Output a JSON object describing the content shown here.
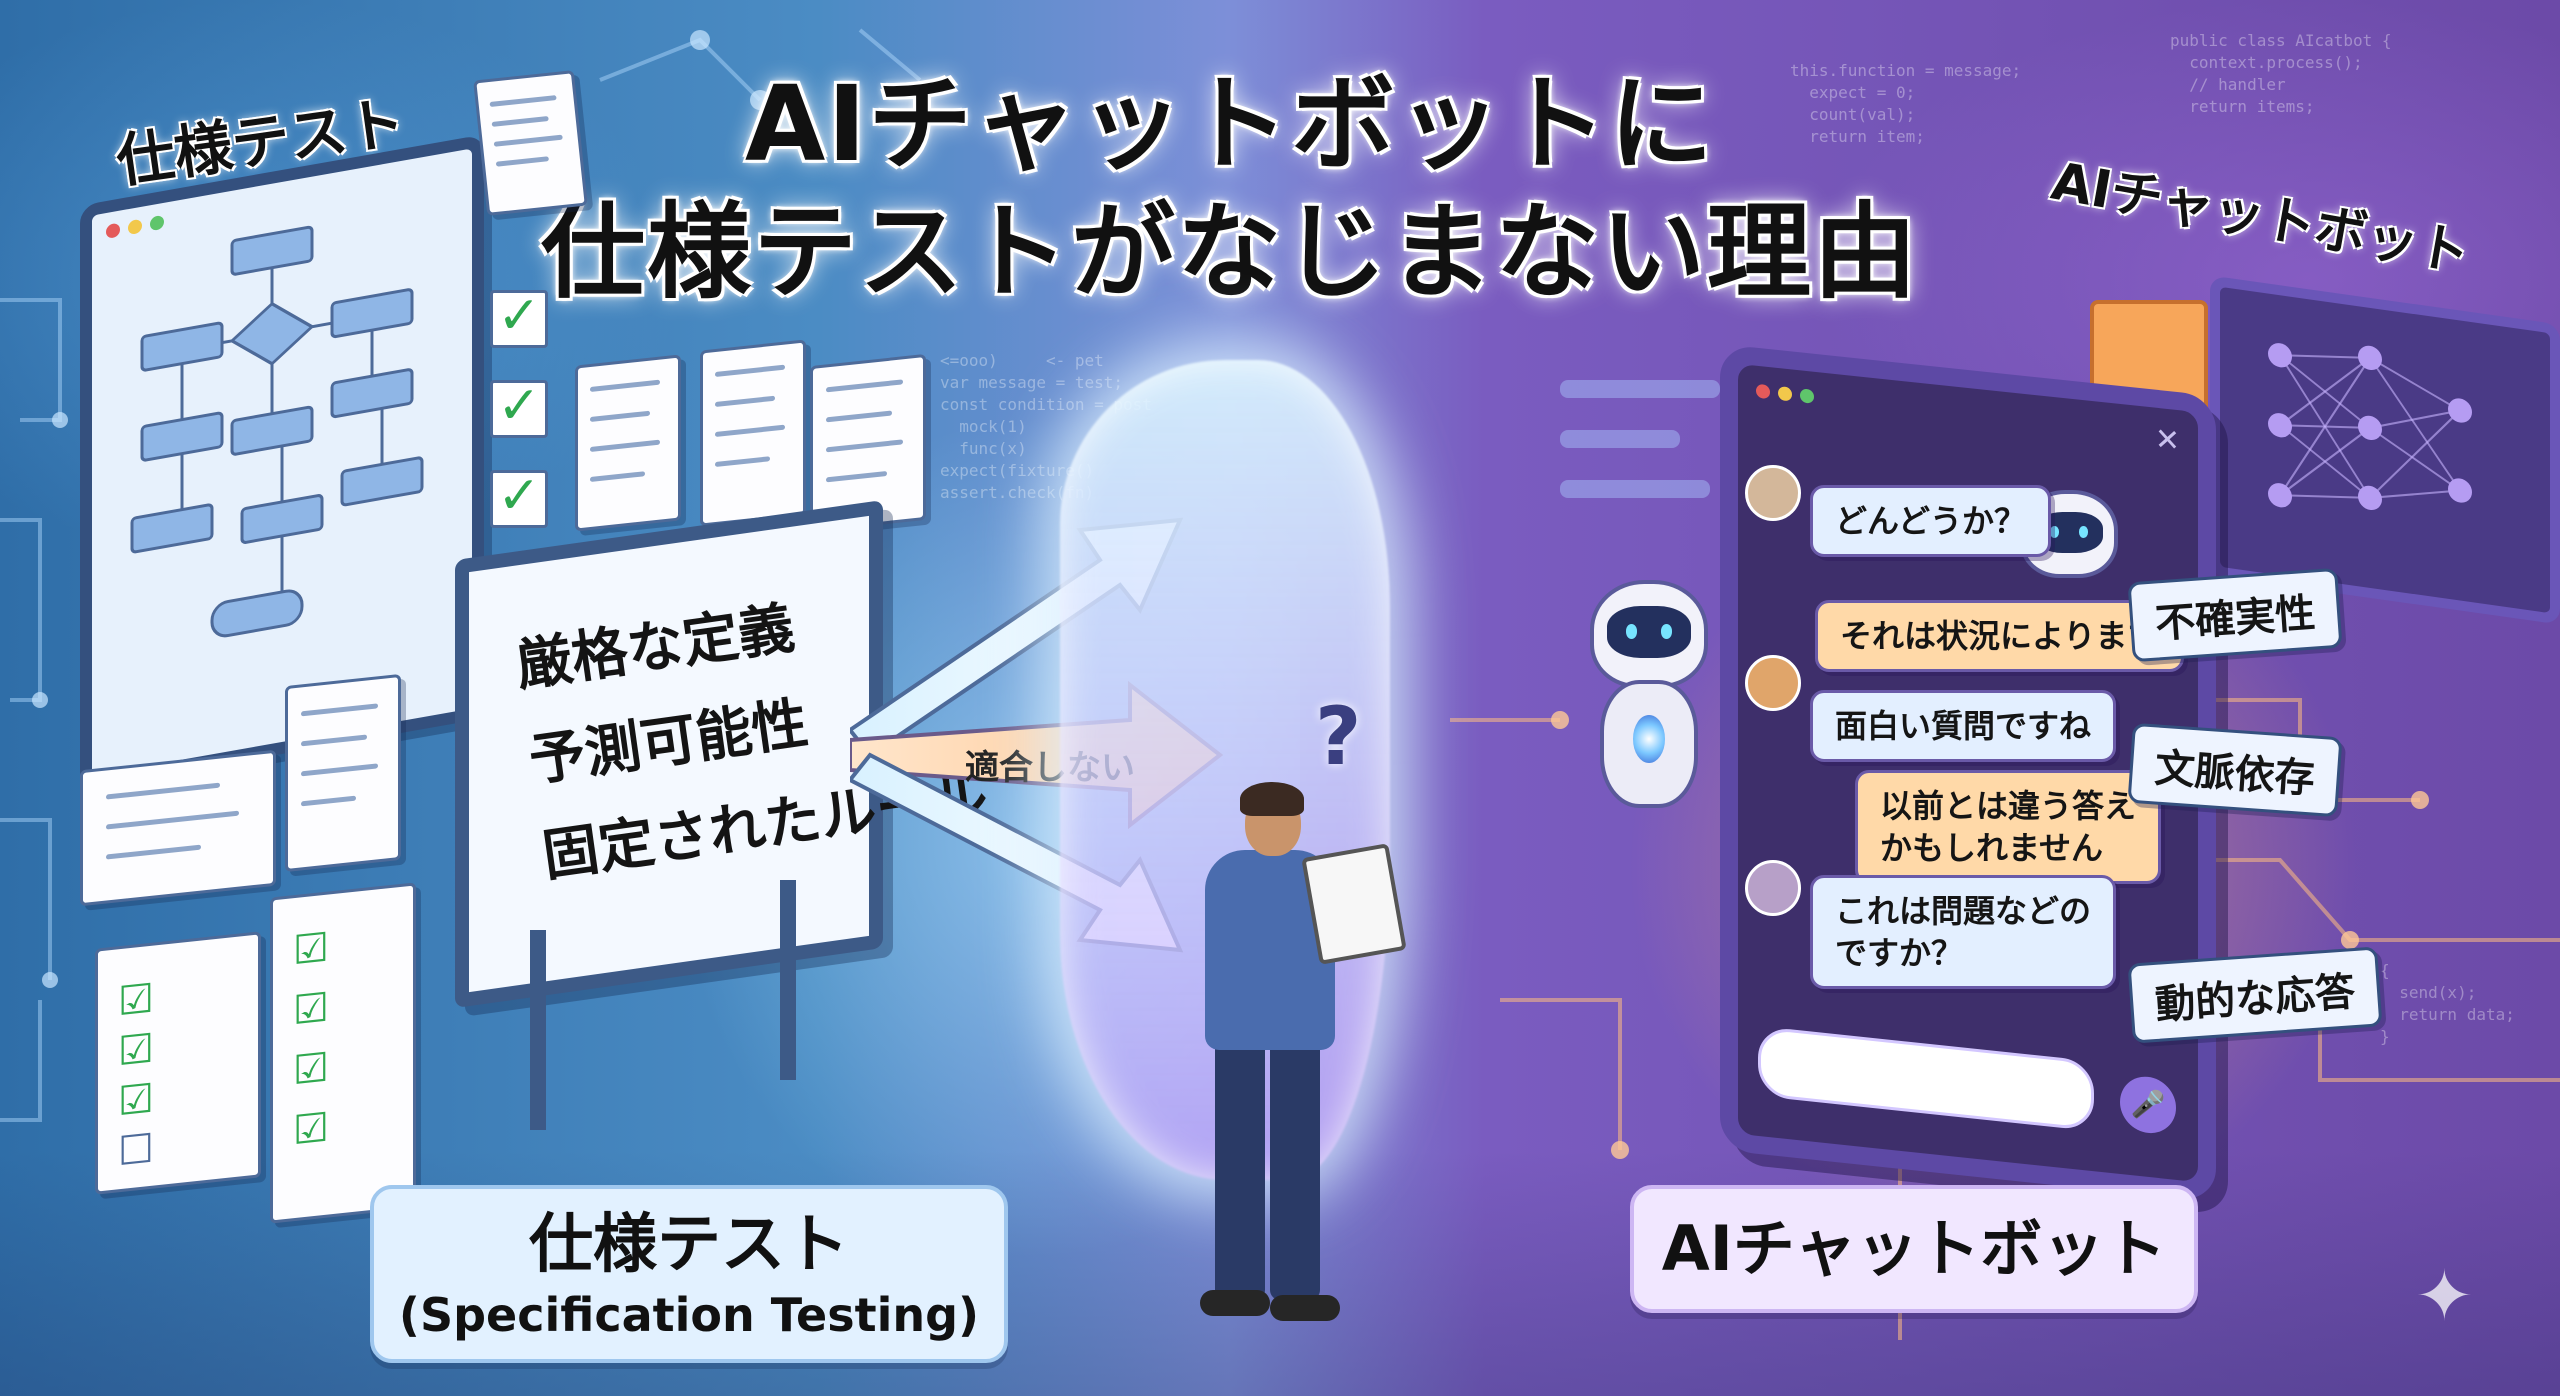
{
  "title": {
    "line1": "AIチャットボットに",
    "line2": "仕様テストがなじまない理由"
  },
  "left": {
    "corner_label": "仕様テスト",
    "board_lines": [
      "厳格な定義",
      "予測可能性",
      "固定されたルール"
    ],
    "arrow_label": "適合しない",
    "bottom_label_jp": "仕様テスト",
    "bottom_label_en": "(Specification Testing)"
  },
  "right": {
    "corner_label": "AIチャットボット",
    "chat_bubbles": [
      {
        "text": "どんどうか？",
        "style": "blue"
      },
      {
        "text": "それは状況によります",
        "style": "orange"
      },
      {
        "text": "面白い質問ですね",
        "style": "blue"
      },
      {
        "text": "以前とは違う答え",
        "style": "orange"
      },
      {
        "text": "かもしれません",
        "style": "orange"
      },
      {
        "text": "これは問題などの",
        "style": "blue"
      },
      {
        "text": "ですか？",
        "style": "blue"
      }
    ],
    "tags": [
      "不確実性",
      "文脈依存",
      "動的な応答"
    ],
    "bottom_label": "AIチャットボット"
  },
  "colors": {
    "left_bg": "#2f6ea8",
    "right_bg": "#6c4aa8",
    "bubble_blue": "#e3efff",
    "bubble_orange": "#ffd9a8",
    "check_green": "#2fa84f"
  },
  "icons": [
    "checkmark-icon",
    "flowchart-icon",
    "document-icon",
    "robot-icon",
    "neural-network-icon",
    "folder-icon",
    "microphone-icon",
    "close-icon",
    "sparkle-icon",
    "question-mark-icon"
  ]
}
